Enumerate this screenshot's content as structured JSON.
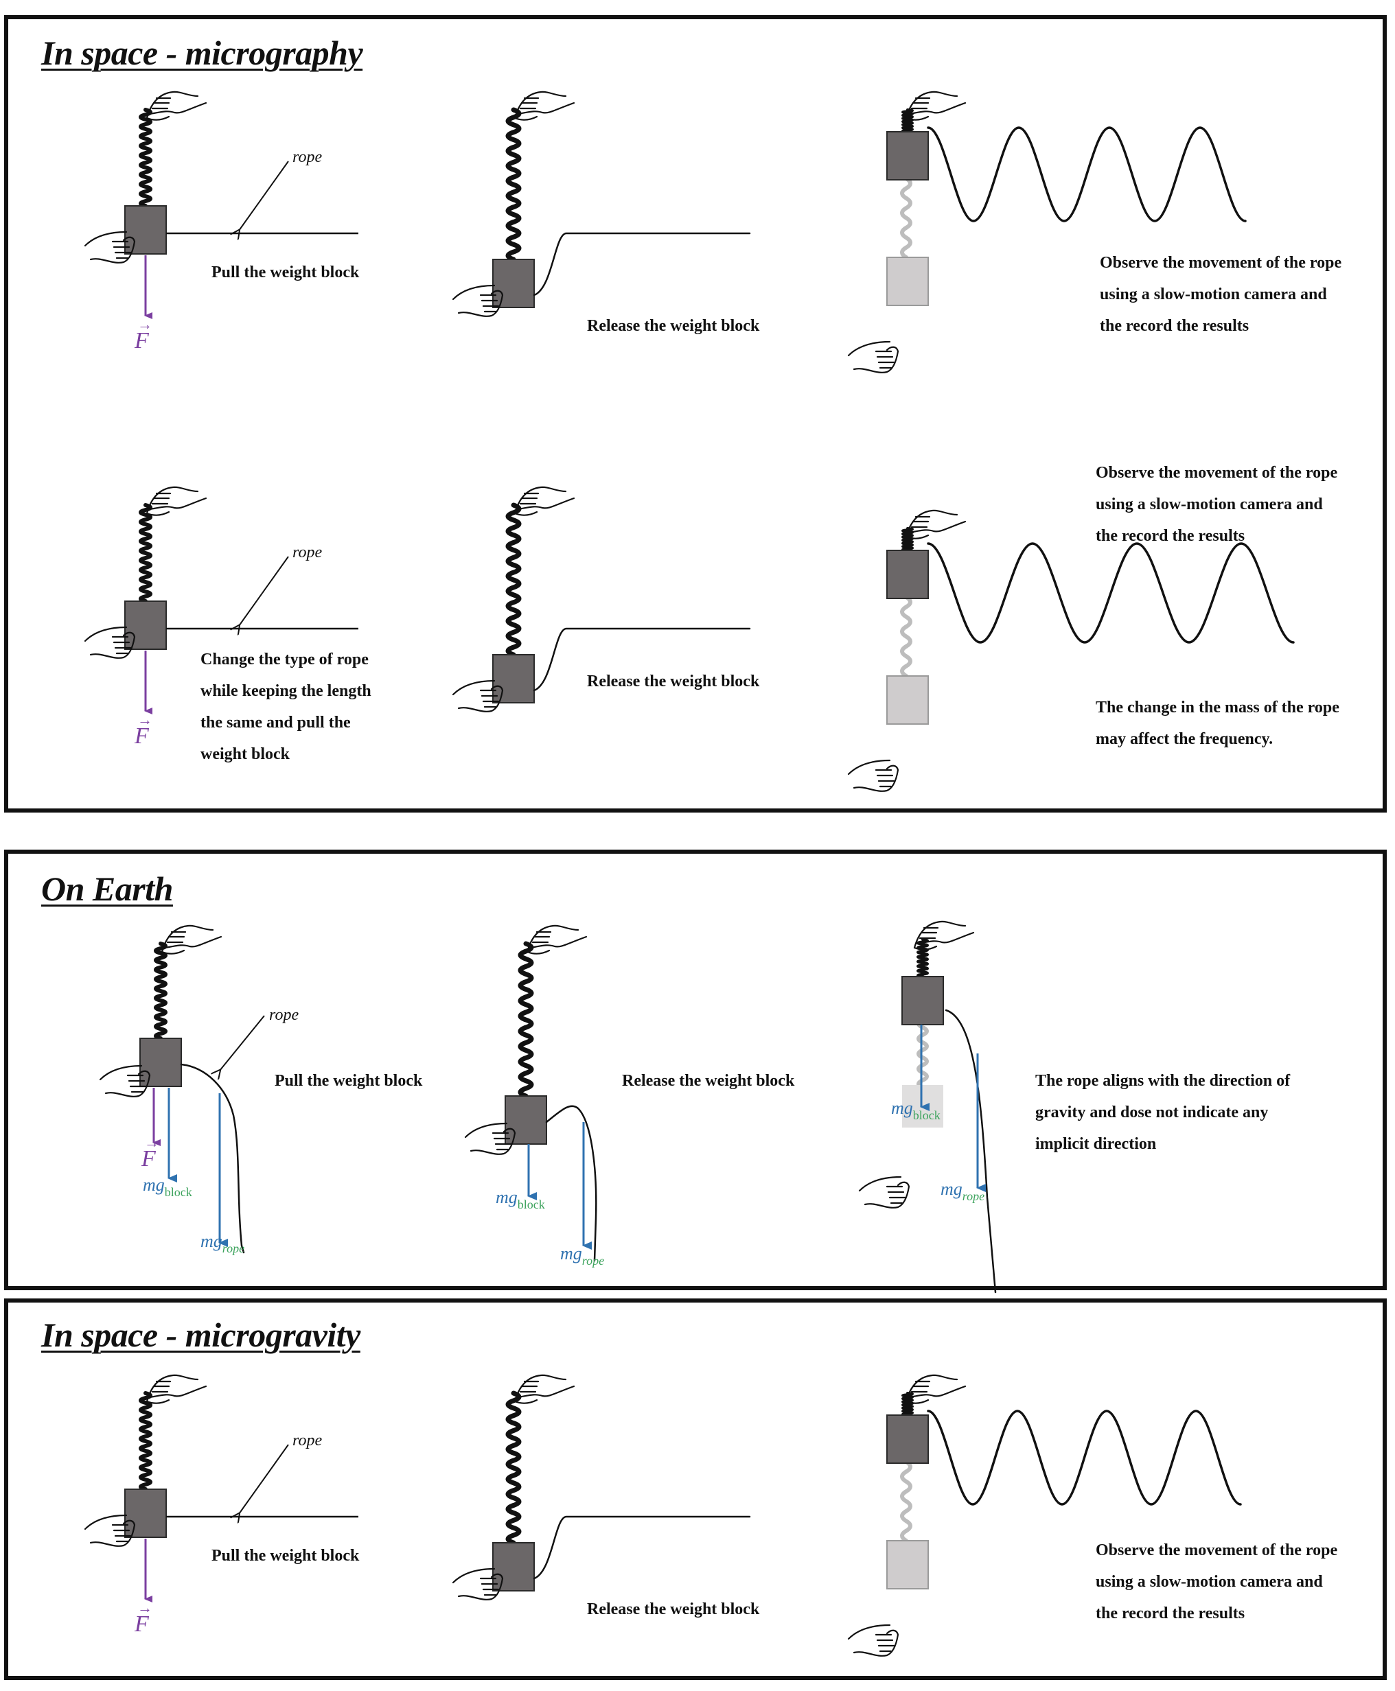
{
  "panels": [
    {
      "id": "space-1",
      "title": "In space - micrography",
      "rows": [
        {
          "step1": {
            "caption": [
              "Pull the weight block"
            ],
            "rope_label": "rope",
            "force_label": "F"
          },
          "step2": {
            "caption": [
              "Release the weight block"
            ]
          },
          "step3": {
            "caption": [
              "Observe the movement of the rope",
              "using a slow-motion camera and",
              "the record the results"
            ]
          }
        },
        {
          "step1": {
            "caption": [
              "Change the type of rope",
              "while keeping the length",
              "the same and pull the",
              "weight block"
            ],
            "rope_label": "rope",
            "force_label": "F"
          },
          "step2": {
            "caption": [
              "Release the weight block"
            ]
          },
          "step3": {
            "caption_top": [
              "Observe the movement of the rope",
              "using a slow-motion camera and",
              "the record the results"
            ],
            "caption_bottom": [
              "The change in the mass of the rope",
              "may affect the frequency."
            ]
          }
        }
      ]
    },
    {
      "id": "earth",
      "title": "On Earth",
      "step1": {
        "caption": [
          "Pull the weight block"
        ],
        "rope_label": "rope",
        "force_label": "F",
        "mg_block": {
          "main": "mg",
          "sub": "block"
        },
        "mg_rope": {
          "main": "mg",
          "sub": "rope"
        }
      },
      "step2": {
        "caption": [
          "Release the weight block"
        ],
        "mg_block": {
          "main": "mg",
          "sub": "block"
        },
        "mg_rope": {
          "main": "mg",
          "sub": "rope"
        }
      },
      "step3": {
        "caption": [
          "The rope aligns with the direction of",
          "gravity and dose not indicate any",
          "implicit direction"
        ],
        "mg_block": {
          "main": "mg",
          "sub": "block"
        },
        "mg_rope": {
          "main": "mg",
          "sub": "rope"
        }
      }
    },
    {
      "id": "space-2",
      "title": "In space - microgravity",
      "step1": {
        "caption": [
          "Pull the weight block"
        ],
        "rope_label": "rope",
        "force_label": "F"
      },
      "step2": {
        "caption": [
          "Release the weight block"
        ]
      },
      "step3": {
        "caption": [
          "Observe the movement of the rope",
          "using a slow-motion camera and",
          "the record the results"
        ]
      }
    }
  ],
  "colors": {
    "block": "#6b6768",
    "block_ghost": "#cfcccd",
    "spring_ghost": "#bdbdbd",
    "force_arrow": "#7b3fa0",
    "gravity_arrow": "#2f72b0",
    "subscript": "#3da35d",
    "border": "#111111"
  }
}
